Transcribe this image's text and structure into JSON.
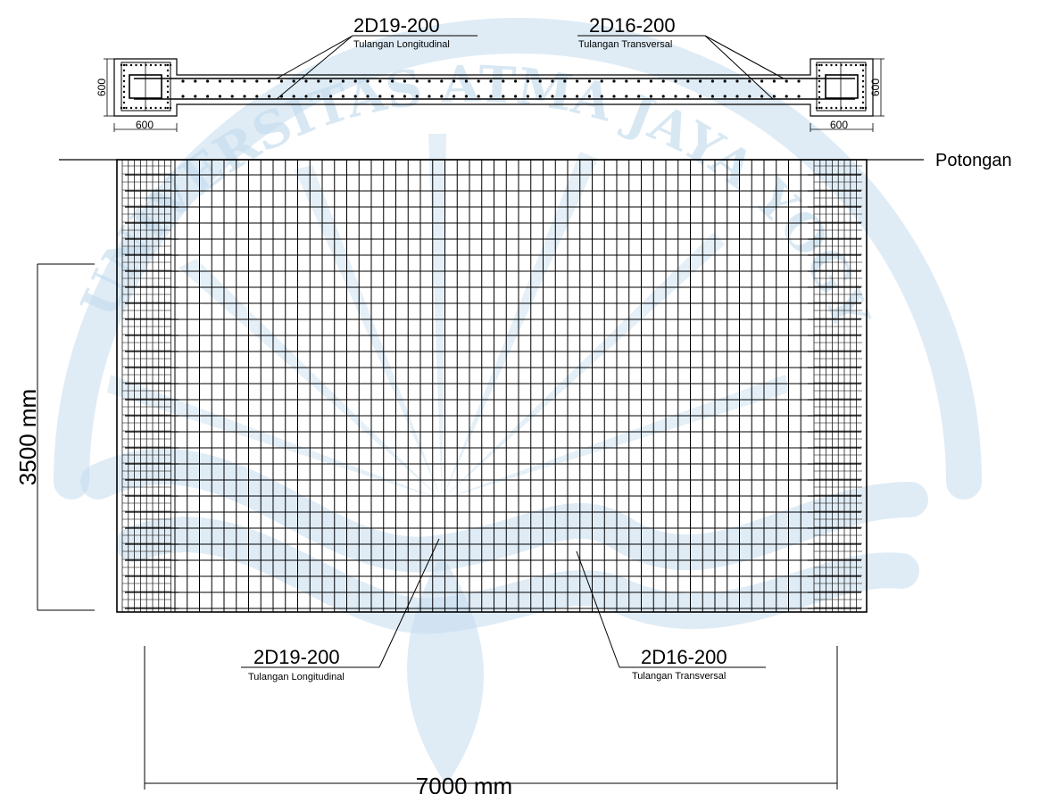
{
  "watermark": {
    "arc_text": "UNIVERSITAS ATMA JAYA YOGYAKARTA"
  },
  "section": {
    "left_col_width": "600",
    "left_col_height": "600",
    "right_col_width": "600",
    "right_col_height": "600",
    "top_long_label": "2D19-200",
    "top_long_caption": "Tulangan Longitudinal",
    "top_trans_label": "2D16-200",
    "top_trans_caption": "Tulangan Transversal",
    "cut_label": "Potongan"
  },
  "elevation": {
    "height_dim": "3500 mm",
    "width_dim": "7000 mm",
    "bottom_long_label": "2D19-200",
    "bottom_long_caption": "Tulangan Longitudinal",
    "bottom_trans_label": "2D16-200",
    "bottom_trans_caption": "Tulangan Transversal"
  },
  "colors": {
    "line": "#000000",
    "watermark": "#c4dcee"
  }
}
